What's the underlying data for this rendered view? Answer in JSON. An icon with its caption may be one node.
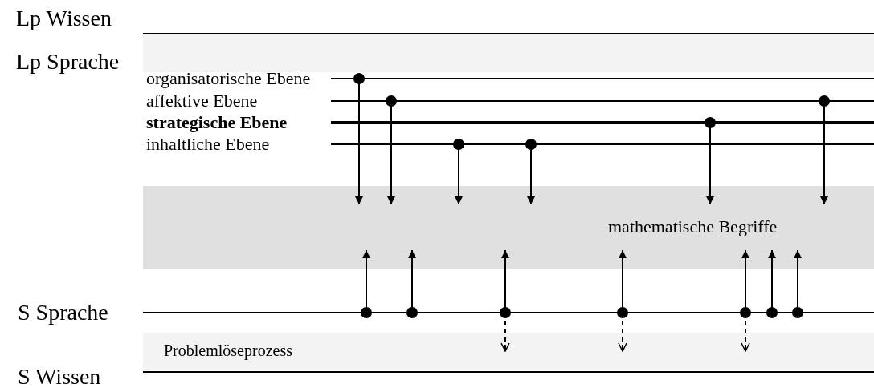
{
  "diagram": {
    "nodes": [
      {
        "text": [
          "Lp Wissen"
        ]
      },
      {
        "text": [],
        "shape": "line"
      },
      {
        "text": [],
        "shape": "line"
      },
      {
        "text": [],
        "shape": "line"
      },
      {
        "text": [],
        "shape": "line"
      },
      {
        "text": [
          "mathematische Begriffe"
        ]
      },
      {
        "text": [
          "S Sprache"
        ]
      },
      {
        "text": [
          "Problemlöseprozess"
        ]
      },
      {
        "text": [
          "S Wissen"
        ]
      }
    ],
    "edges": [
      {
        "from": 1,
        "to": 5,
        "arrow": "to"
      },
      {
        "from": 2,
        "to": 5,
        "arrow": "to"
      },
      {
        "from": 4,
        "to": 5,
        "arrow": "to"
      },
      {
        "from": 4,
        "to": 5,
        "arrow": "to"
      },
      {
        "from": 3,
        "to": 5,
        "arrow": "to"
      },
      {
        "from": 2,
        "to": 5,
        "arrow": "to"
      },
      {
        "from": 6,
        "to": 5,
        "arrow": "to"
      },
      {
        "from": 6,
        "to": 5,
        "arrow": "to"
      },
      {
        "from": 6,
        "to": 5,
        "arrow": "to"
      },
      {
        "from": 6,
        "to": 5,
        "arrow": "to"
      },
      {
        "from": 6,
        "to": 5,
        "arrow": "to"
      },
      {
        "from": 6,
        "to": 5,
        "arrow": "to"
      },
      {
        "from": 6,
        "to": 5,
        "arrow": "to"
      },
      {
        "from": 6,
        "to": 7,
        "arrow": "to",
        "style": "dashed"
      },
      {
        "from": 6,
        "to": 7,
        "arrow": "to",
        "style": "dashed"
      },
      {
        "from": 6,
        "to": 7,
        "arrow": "to",
        "style": "dashed"
      }
    ],
    "labels": [
      "Lp Sprache",
      "organisatorische Ebene",
      "affektive Ebene",
      "strategische Ebene",
      "inhaltliche Ebene"
    ]
  }
}
